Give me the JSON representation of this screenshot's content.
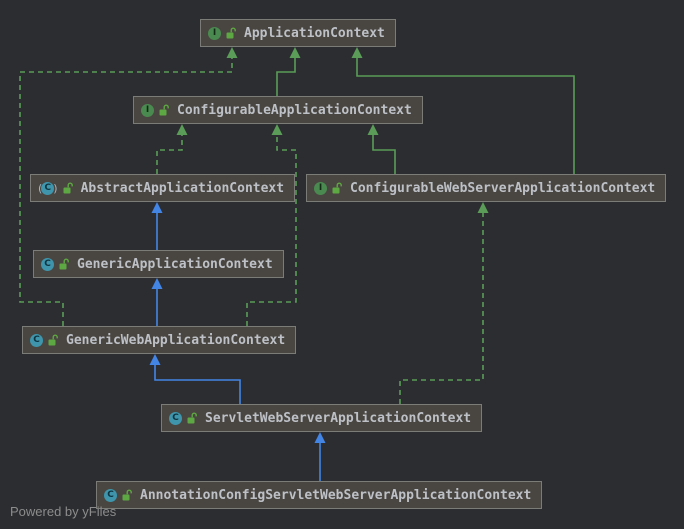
{
  "diagram": {
    "title": "Class inheritance diagram of Spring ApplicationContext hierarchy",
    "nodes": [
      {
        "label": "ApplicationContext",
        "kind": "interface",
        "icon_letter": "I",
        "visibility": "public"
      },
      {
        "label": "ConfigurableApplicationContext",
        "kind": "interface",
        "icon_letter": "I",
        "visibility": "public"
      },
      {
        "label": "AbstractApplicationContext",
        "kind": "abstract-class",
        "icon_letter": "C",
        "visibility": "public"
      },
      {
        "label": "ConfigurableWebServerApplicationContext",
        "kind": "interface",
        "icon_letter": "I",
        "visibility": "public"
      },
      {
        "label": "GenericApplicationContext",
        "kind": "class",
        "icon_letter": "C",
        "visibility": "public"
      },
      {
        "label": "GenericWebApplicationContext",
        "kind": "class",
        "icon_letter": "C",
        "visibility": "public"
      },
      {
        "label": "ServletWebServerApplicationContext",
        "kind": "class",
        "icon_letter": "C",
        "visibility": "public"
      },
      {
        "label": "AnnotationConfigServletWebServerApplicationContext",
        "kind": "class",
        "icon_letter": "C",
        "visibility": "public"
      }
    ],
    "edges": [
      {
        "from": "ConfigurableApplicationContext",
        "to": "ApplicationContext",
        "relation": "extends",
        "style": "solid-green"
      },
      {
        "from": "ConfigurableWebServerApplicationContext",
        "to": "ApplicationContext",
        "relation": "extends",
        "style": "solid-green"
      },
      {
        "from": "ConfigurableWebServerApplicationContext",
        "to": "ConfigurableApplicationContext",
        "relation": "extends",
        "style": "solid-green"
      },
      {
        "from": "AbstractApplicationContext",
        "to": "ConfigurableApplicationContext",
        "relation": "implements",
        "style": "dashed-green"
      },
      {
        "from": "GenericWebApplicationContext",
        "to": "ApplicationContext",
        "relation": "implements",
        "style": "dashed-green"
      },
      {
        "from": "GenericWebApplicationContext",
        "to": "ConfigurableApplicationContext",
        "relation": "implements",
        "style": "dashed-green"
      },
      {
        "from": "ServletWebServerApplicationContext",
        "to": "ConfigurableWebServerApplicationContext",
        "relation": "implements",
        "style": "dashed-green"
      },
      {
        "from": "GenericApplicationContext",
        "to": "AbstractApplicationContext",
        "relation": "extends",
        "style": "solid-blue"
      },
      {
        "from": "GenericWebApplicationContext",
        "to": "GenericApplicationContext",
        "relation": "extends",
        "style": "solid-blue"
      },
      {
        "from": "ServletWebServerApplicationContext",
        "to": "GenericWebApplicationContext",
        "relation": "extends",
        "style": "solid-blue"
      },
      {
        "from": "AnnotationConfigServletWebServerApplicationContext",
        "to": "ServletWebServerApplicationContext",
        "relation": "extends",
        "style": "solid-blue"
      }
    ],
    "colors": {
      "background": "#2b2d30",
      "node_fill": "#494540",
      "node_border": "#7b7b78",
      "node_text": "#bdc1c7",
      "edge_green": "#5a9c58",
      "edge_blue": "#4385e5",
      "interface_icon": "#4a8a50",
      "class_icon": "#3e95ac",
      "lock_icon": "#5ea843"
    }
  },
  "watermark": {
    "label": "Powered by yFiles"
  }
}
